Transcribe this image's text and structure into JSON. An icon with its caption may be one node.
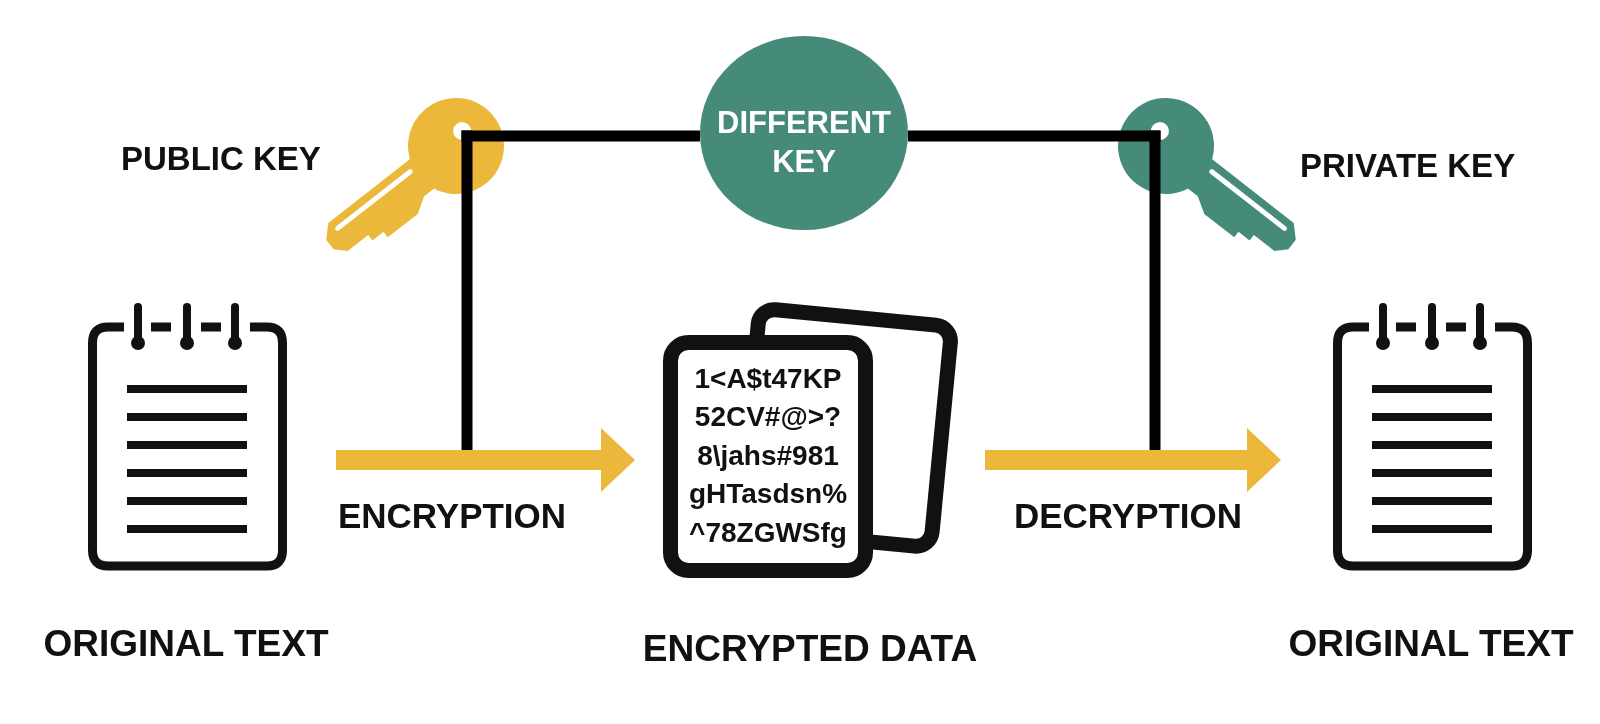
{
  "diagram": {
    "nodes": [
      {
        "text": [
          "PUBLIC KEY"
        ]
      },
      {
        "text": [
          "DIFFERENT KEY"
        ]
      },
      {
        "text": [
          "PRIVATE KEY"
        ]
      },
      {
        "text": [
          "ORIGINAL TEXT"
        ]
      },
      {
        "text": [
          "1<A$t47KP 52CV#@>? 8\\jahs#981 gHTasdsn% ^78ZGWSfg",
          "ENCRYPTED DATA"
        ]
      },
      {
        "text": [
          "ORIGINAL TEXT"
        ]
      }
    ],
    "edges": [
      {
        "from": 3,
        "to": 4,
        "arrow": "to",
        "label": "ENCRYPTION",
        "style": "thick",
        "color": "#ebb83c"
      },
      {
        "from": 4,
        "to": 5,
        "arrow": "to",
        "label": "DECRYPTION",
        "style": "thick",
        "color": "#ebb83c"
      },
      {
        "from": 0,
        "to": 1,
        "arrow": "none"
      },
      {
        "from": 1,
        "to": 2,
        "arrow": "none"
      },
      {
        "from": 0,
        "to": null,
        "arrow": "none"
      },
      {
        "from": 2,
        "to": null,
        "arrow": "none"
      }
    ]
  }
}
